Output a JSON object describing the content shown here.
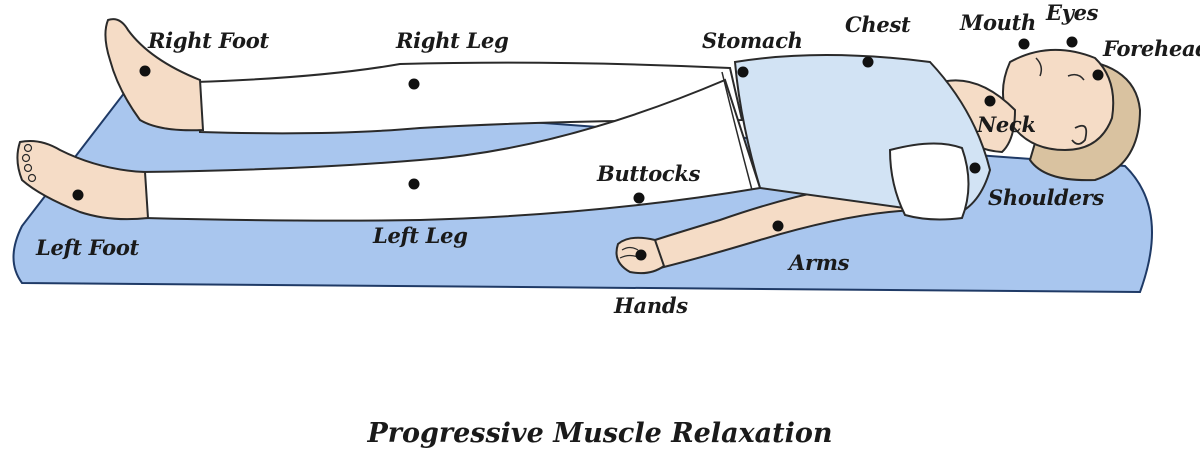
{
  "title": "Progressive Muscle Relaxation",
  "colors": {
    "mat": "#a9c6ee",
    "mat_edge": "#1f3a66",
    "skin": "#f5dcc6",
    "shirt": "#d2e3f4",
    "pants": "#ffffff",
    "hair": "#d9c2a0",
    "outline": "#2a2a2a",
    "dot": "#111111"
  },
  "labels": {
    "right_foot": "Right Foot",
    "right_leg": "Right Leg",
    "stomach": "Stomach",
    "chest": "Chest",
    "mouth": "Mouth",
    "eyes": "Eyes",
    "forehead": "Forehead",
    "neck": "Neck",
    "buttocks": "Buttocks",
    "shoulders": "Shoulders",
    "left_foot": "Left Foot",
    "left_leg": "Left Leg",
    "arms": "Arms",
    "hands": "Hands"
  }
}
